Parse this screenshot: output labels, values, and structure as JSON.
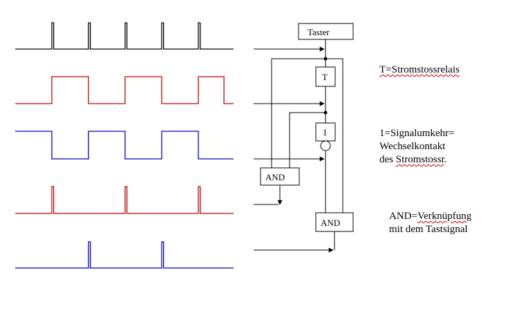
{
  "colors": {
    "black": "#000000",
    "red": "#c00000",
    "blue": "#0000c0"
  },
  "waveforms": [
    {
      "id": "taster",
      "color": "black",
      "pulses": [
        [
          1,
          1.1
        ],
        [
          3,
          3.1
        ],
        [
          5,
          5.1
        ],
        [
          7,
          7.1
        ],
        [
          9,
          9.1
        ]
      ]
    },
    {
      "id": "relay",
      "color": "red",
      "pulses": [
        [
          1,
          3
        ],
        [
          5,
          7
        ],
        [
          9,
          10.4
        ]
      ]
    },
    {
      "id": "inverted",
      "color": "blue",
      "pulses": [
        [
          -0.2,
          1
        ],
        [
          3,
          5
        ],
        [
          7,
          9
        ]
      ]
    },
    {
      "id": "and-a",
      "color": "red",
      "pulses": [
        [
          1,
          1.1
        ],
        [
          5,
          5.1
        ],
        [
          9,
          9.1
        ]
      ]
    },
    {
      "id": "and-b",
      "color": "blue",
      "pulses": [
        [
          3,
          3.1
        ],
        [
          7,
          7.1
        ]
      ]
    }
  ],
  "blocks": {
    "taster": "Taster",
    "t": "T",
    "one": "1",
    "and_left": "AND",
    "and_bottom": "AND"
  },
  "notes": {
    "t_def": "T=Stromstossrelais",
    "inv_line1": "1=Signalumkehr=",
    "inv_line2": "Wechselkontakt",
    "inv_line3a": "des ",
    "inv_line3b": "Stromstossr",
    "inv_line3c": ".",
    "and_line1a": "AND=",
    "and_line1b": "Verknüpfung",
    "and_line2": "mit dem Tastsignal"
  }
}
